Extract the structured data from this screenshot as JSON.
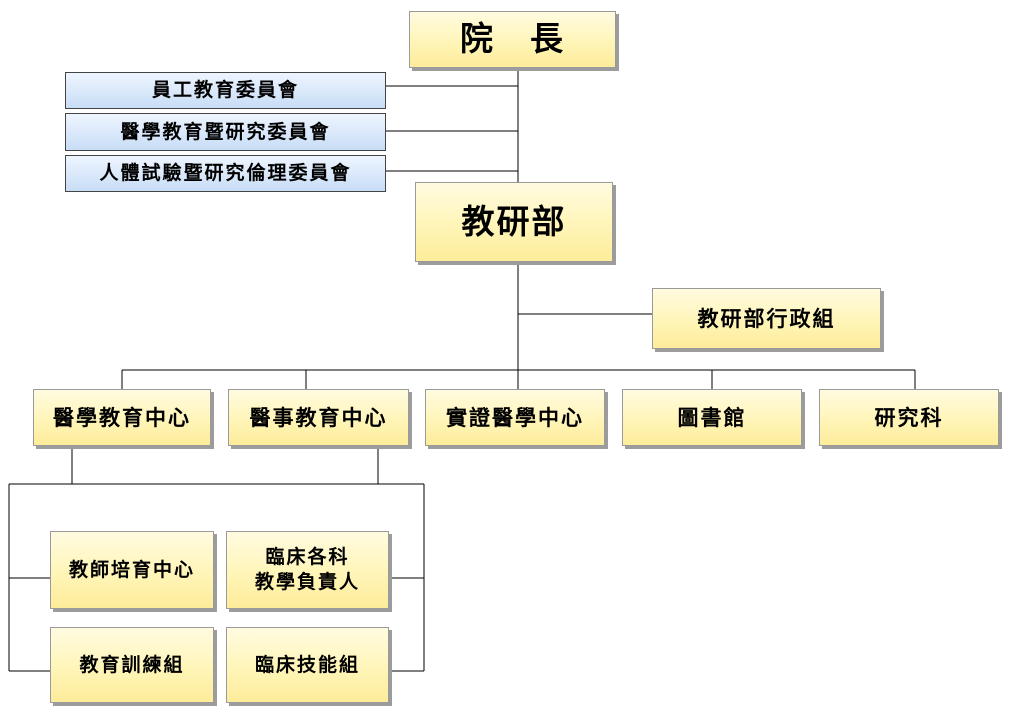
{
  "nodes": {
    "president": "院　長",
    "committee_staff": "員工教育委員會",
    "committee_medical": "醫學教育暨研究委員會",
    "committee_ethics": "人體試驗暨研究倫理委員會",
    "education_research_dept": "教研部",
    "admin_group": "教研部行政組",
    "medical_edu_center": "醫學教育中心",
    "allied_edu_center": "醫事教育中心",
    "ebm_center": "實證醫學中心",
    "library": "圖書館",
    "research_section": "研究科",
    "teacher_training_center": "教師培育中心",
    "clinical_heads_line1": "臨床各科",
    "clinical_heads_line2": "教學負責人",
    "training_group": "教育訓練組",
    "clinical_skills_group": "臨床技能組"
  },
  "colors": {
    "node_fill": "#fff5b8",
    "committee_fill": "#c8ddf6",
    "line": "#000000",
    "shadow": "#9c9c9c"
  }
}
